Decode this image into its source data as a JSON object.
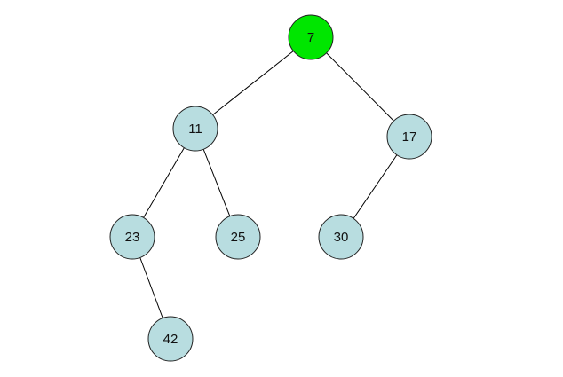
{
  "tree": {
    "highlight_color": "#00e600",
    "node_color": "#b8dde0",
    "edge_color": "#000000",
    "nodes": [
      {
        "id": "n7",
        "label": "7",
        "highlighted": true
      },
      {
        "id": "n11",
        "label": "11",
        "highlighted": false
      },
      {
        "id": "n17",
        "label": "17",
        "highlighted": false
      },
      {
        "id": "n23",
        "label": "23",
        "highlighted": false
      },
      {
        "id": "n25",
        "label": "25",
        "highlighted": false
      },
      {
        "id": "n30",
        "label": "30",
        "highlighted": false
      },
      {
        "id": "n42",
        "label": "42",
        "highlighted": false
      }
    ],
    "edges": [
      {
        "from": "n7",
        "to": "n11"
      },
      {
        "from": "n7",
        "to": "n17"
      },
      {
        "from": "n11",
        "to": "n23"
      },
      {
        "from": "n11",
        "to": "n25"
      },
      {
        "from": "n17",
        "to": "n30"
      },
      {
        "from": "n23",
        "to": "n42"
      }
    ]
  }
}
